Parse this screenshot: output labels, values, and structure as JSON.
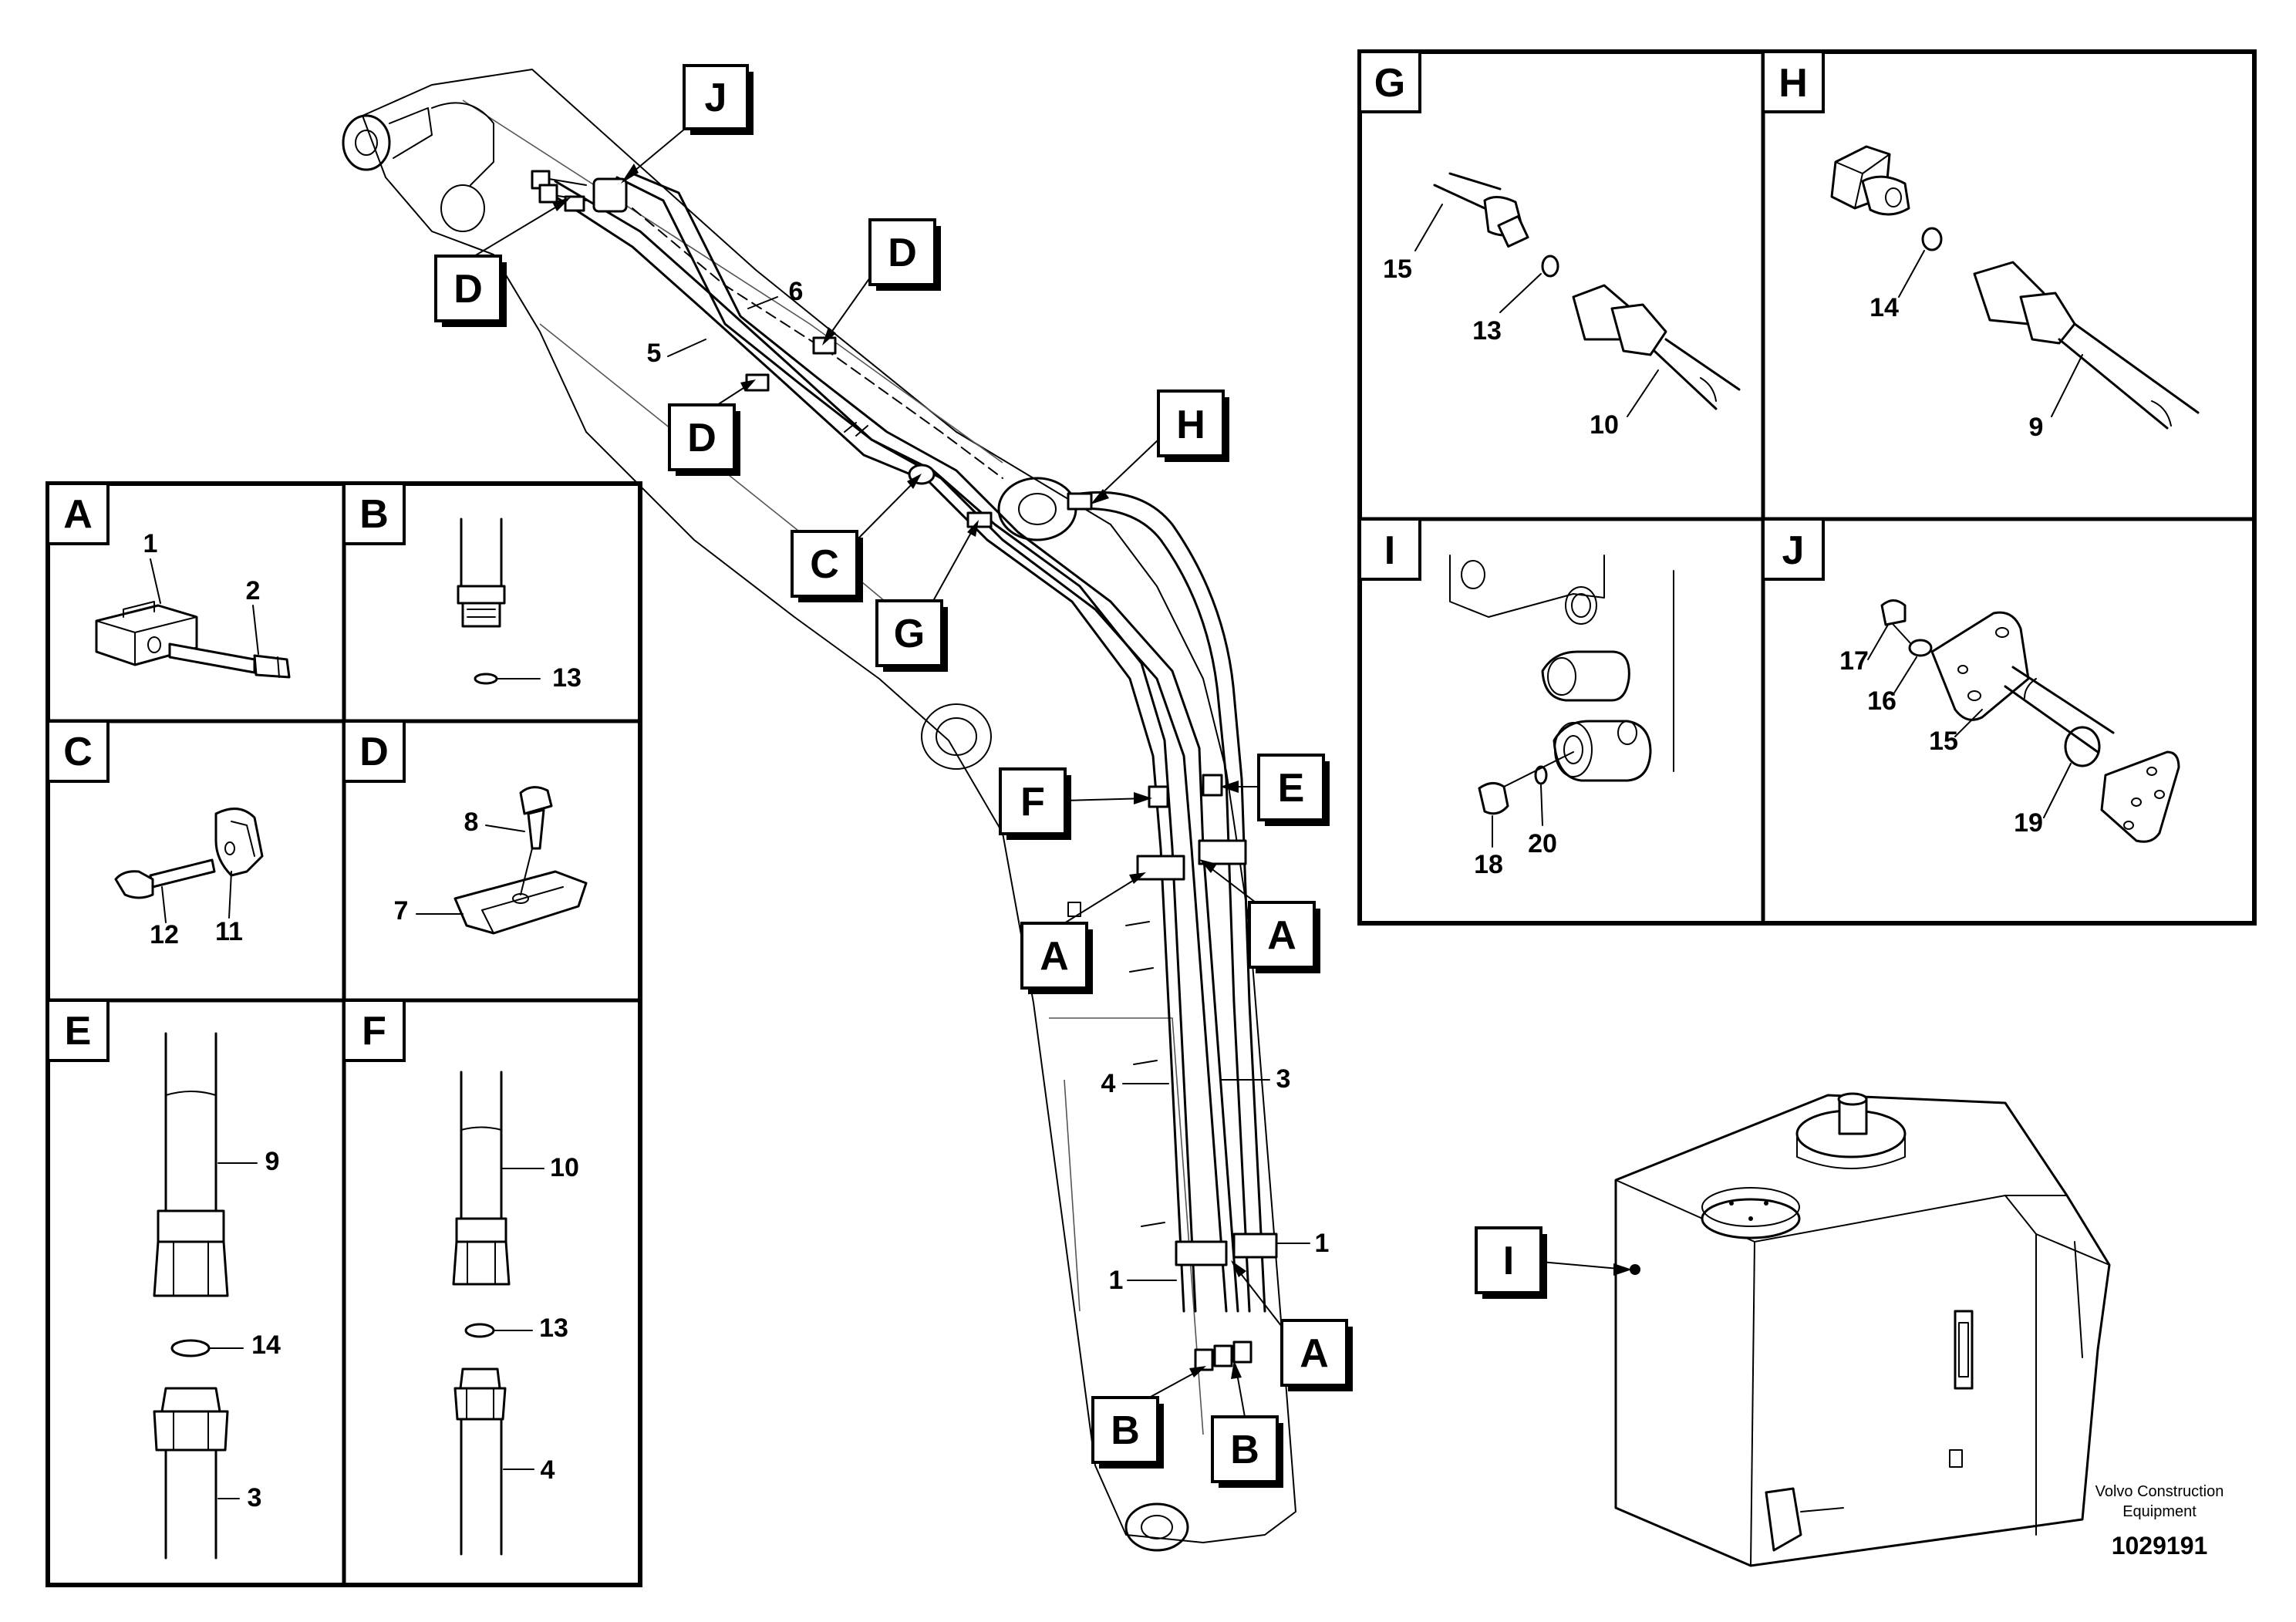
{
  "callouts": {
    "A": "A",
    "B": "B",
    "C": "C",
    "D": "D",
    "E": "E",
    "F": "F",
    "G": "G",
    "H": "H",
    "I": "I",
    "J": "J"
  },
  "numbers": {
    "n1": "1",
    "n2": "2",
    "n3": "3",
    "n4": "4",
    "n5": "5",
    "n6": "6",
    "n7": "7",
    "n8": "8",
    "n9": "9",
    "n10": "10",
    "n11": "11",
    "n12": "12",
    "n13": "13",
    "n14": "14",
    "n15": "15",
    "n16": "16",
    "n17": "17",
    "n18": "18",
    "n19": "19",
    "n20": "20"
  },
  "footer": {
    "company_line1": "Volvo Construction",
    "company_line2": "Equipment",
    "doc_number": "1029191"
  }
}
